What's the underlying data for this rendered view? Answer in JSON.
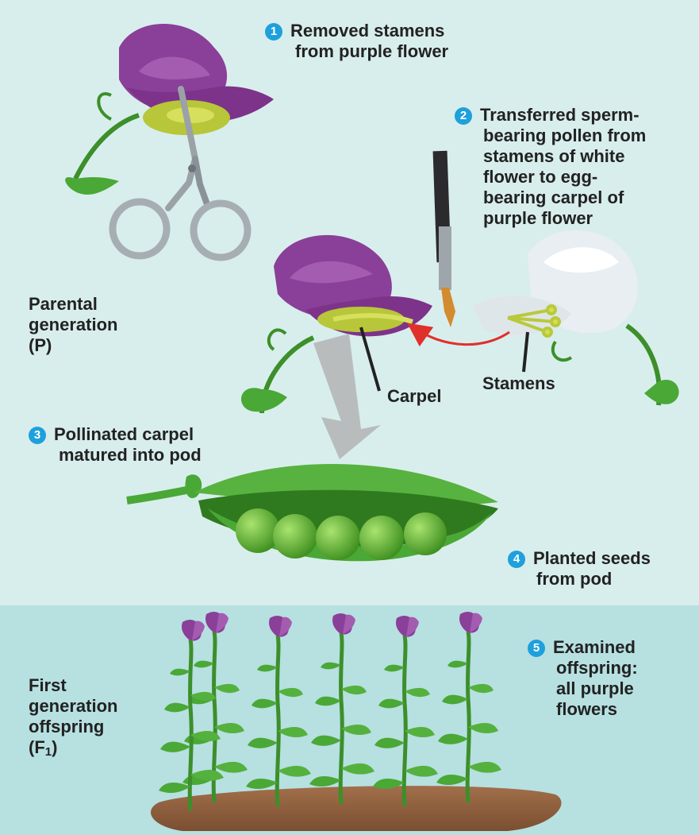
{
  "colors": {
    "top_bg": "#d8eeec",
    "bottom_bg": "#b7e0e1",
    "badge": "#1ea0dc",
    "purple": "#8a3f98",
    "green": "#3f9a2e"
  },
  "steps": [
    {
      "number": "1",
      "lines": [
        "Removed stamens",
        "from purple flower"
      ]
    },
    {
      "number": "2",
      "lines": [
        "Transferred sperm-",
        "bearing pollen from",
        "stamens of white",
        "flower to egg-",
        "bearing carpel of",
        "purple flower"
      ]
    },
    {
      "number": "3",
      "lines": [
        "Pollinated carpel",
        "matured into pod"
      ]
    },
    {
      "number": "4",
      "lines": [
        "Planted seeds",
        "from pod"
      ]
    },
    {
      "number": "5",
      "lines": [
        "Examined",
        "offspring:",
        "all purple",
        "flowers"
      ]
    }
  ],
  "labels": {
    "parental": [
      "Parental",
      "generation",
      "(P)"
    ],
    "first_gen": [
      "First",
      "generation",
      "offspring"
    ],
    "f1_open": "(F",
    "f1_sub": "1",
    "f1_close": ")",
    "carpel": "Carpel",
    "stamens": "Stamens"
  },
  "icons": [
    "scissors-icon",
    "paintbrush-icon",
    "purple-flower-icon",
    "white-flower-icon",
    "pea-pod-icon",
    "pea-plant-icon",
    "pollen-transfer-arrow-icon",
    "down-arrow-icon"
  ]
}
